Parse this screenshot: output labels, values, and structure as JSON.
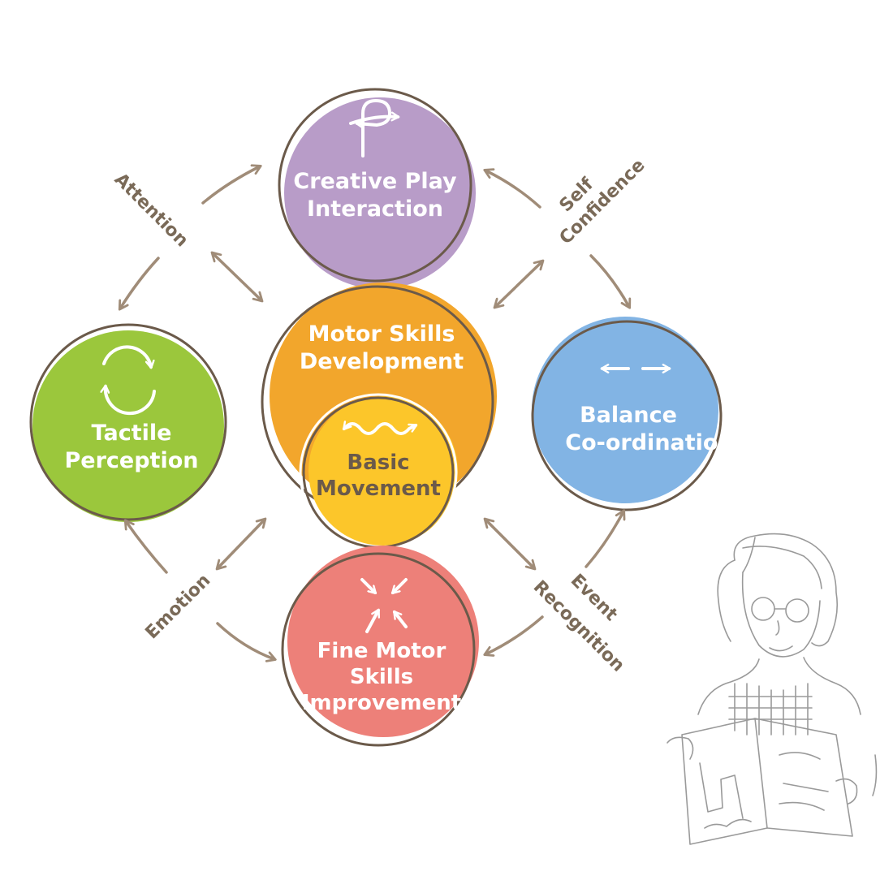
{
  "nodes": {
    "creative": {
      "line1": "Creative Play",
      "line2": "Interaction",
      "color": "#b89cc8"
    },
    "motor": {
      "line1": "Motor Skills",
      "line2": "Development",
      "color": "#f2a62c"
    },
    "basic": {
      "line1": "Basic",
      "line2": "Movement",
      "color": "#fcc62a"
    },
    "tactile": {
      "line1": "Tactile",
      "line2": "Perception",
      "color": "#9bc73c"
    },
    "balance": {
      "line1": "Balance",
      "line2": "Co-ordination",
      "color": "#82b4e4"
    },
    "fine": {
      "line1": "Fine Motor",
      "line2": "Skills",
      "line3": "Improvement",
      "color": "#ed8079"
    }
  },
  "edges": {
    "attention": "Attention",
    "self_confidence_1": "Self",
    "self_confidence_2": "Confidence",
    "emotion": "Emotion",
    "event_recognition_1": "Event",
    "event_recognition_2": "Recognition"
  },
  "colors": {
    "outline": "#6b5a4a",
    "arrow": "#a08c78",
    "edge_text": "#7a6a58"
  },
  "icons": {
    "creative": "curved-arrows-icon",
    "tactile": "cycle-arrows-icon",
    "balance": "left-right-arrows-icon",
    "basic": "wavy-arrow-icon",
    "fine": "converging-arrows-icon"
  }
}
